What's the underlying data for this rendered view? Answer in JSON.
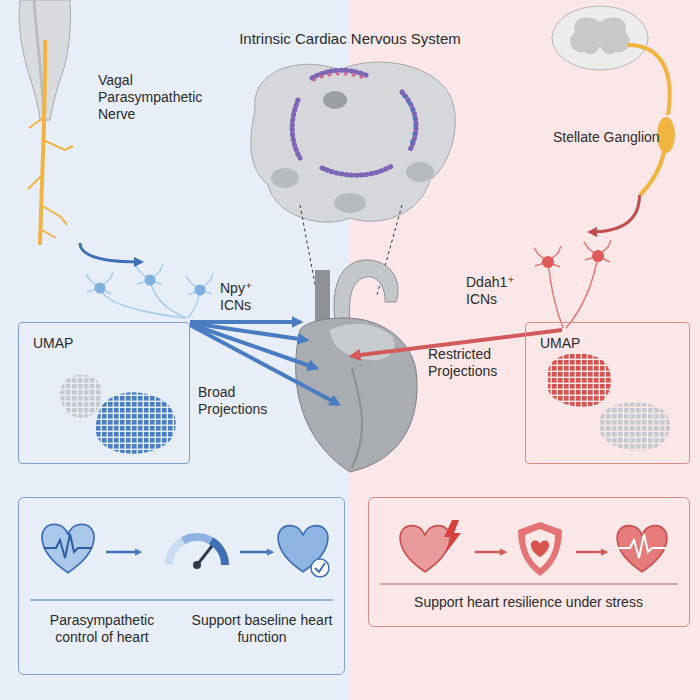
{
  "diagram": {
    "title": "Intrinsic Cardiac Nervous System",
    "nodes": [
      {
        "text": [
          "Vagal Parasympathetic Nerve"
        ]
      },
      {
        "text": [
          "Stellate Ganglion"
        ]
      },
      {
        "text": [
          "Npy⁺ ICNs"
        ]
      },
      {
        "text": [
          "Ddah1⁺ ICNs"
        ]
      },
      {
        "text": [
          "UMAP"
        ]
      },
      {
        "text": [
          "UMAP"
        ]
      },
      {
        "text": [
          "Parasympathetic control of heart",
          "Support baseline heart function"
        ]
      },
      {
        "text": [
          "Support heart resilience under stress"
        ]
      }
    ],
    "edges": [
      {
        "from": 0,
        "to": 2,
        "arrow": "to"
      },
      {
        "from": 1,
        "to": 3,
        "arrow": "to"
      }
    ],
    "labels": [
      "Broad Projections",
      "Restricted Projections"
    ]
  }
}
